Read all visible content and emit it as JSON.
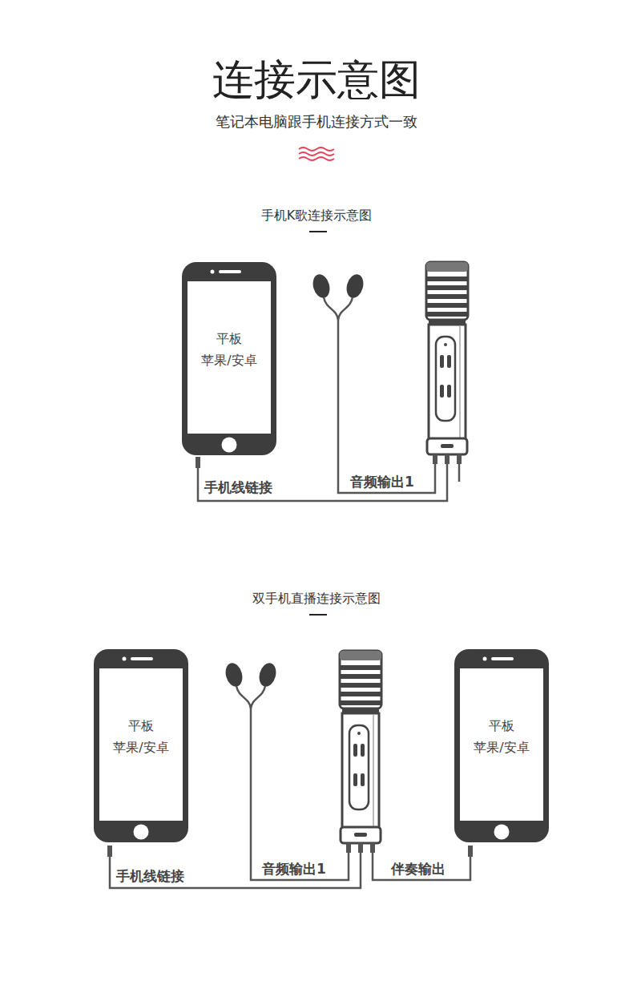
{
  "diagram": {
    "title": "连接示意图",
    "nodes": [
      {
        "text": [
          "平板",
          "苹果/安卓"
        ]
      },
      {
        "text": [
          "平板",
          "苹果/安卓"
        ]
      },
      {
        "text": [
          "平板",
          "苹果/安卓"
        ]
      }
    ],
    "labels": [
      "笔记本电脑跟手机连接方式一致",
      "手机K歌连接示意图",
      "手机线链接",
      "音频输出1",
      "双手机直播连接示意图",
      "手机线链接",
      "音频输出1",
      "伴奏输出"
    ]
  }
}
